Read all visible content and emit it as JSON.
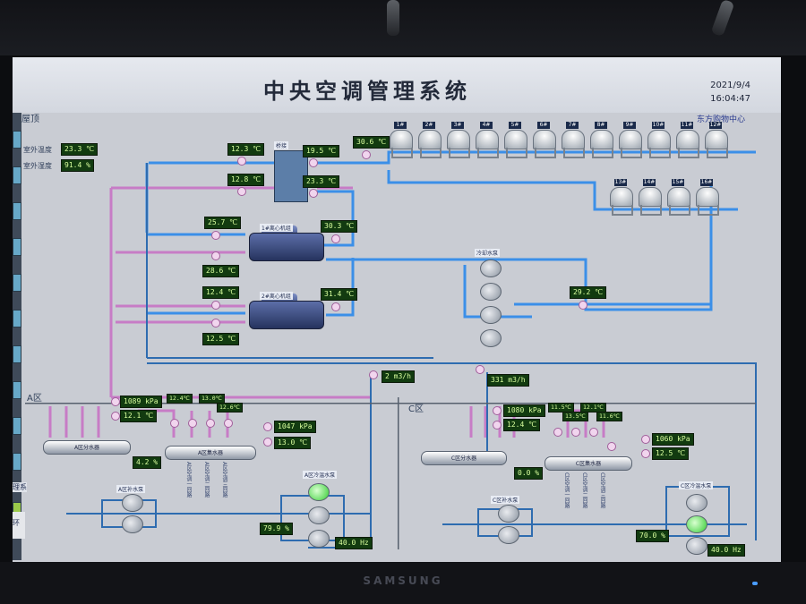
{
  "header": {
    "title": "中央空调管理系统",
    "date": "2021/9/4",
    "time": "16:04:47",
    "org": "东方购物中心"
  },
  "sections": {
    "roof": "屋顶",
    "zone_a": "A区",
    "zone_c": "C区"
  },
  "outdoor": {
    "temp_label": "室外温度",
    "temp_value": "23.3 ℃",
    "humidity_label": "室外湿度",
    "humidity_value": "91.4 %"
  },
  "cooling_towers": [
    "1#",
    "2#",
    "3#",
    "4#",
    "5#",
    "6#",
    "7#",
    "8#",
    "9#",
    "10#",
    "11#",
    "12#",
    "13#",
    "14#",
    "15#",
    "16#"
  ],
  "valve_block_label": "桥接",
  "readings_roof": {
    "t_left_top": "12.3 ℃",
    "t_right_top": "19.5 ℃",
    "t_left_mid": "12.8 ℃",
    "t_right_mid": "23.3 ℃",
    "t_tower_in": "30.6 ℃",
    "ch1_left": "25.7 ℃",
    "ch1_right": "30.3 ℃",
    "ch1_bottom": "28.6 ℃",
    "ch2_left": "12.4 ℃",
    "ch2_right": "31.4 ℃",
    "ch2_bottom": "12.5 ℃",
    "cw_return": "29.2 ℃",
    "flow_1": "2 m3/h",
    "flow_2": "331 m3/h"
  },
  "chillers": {
    "ch1": "1#离心机组",
    "ch2": "2#离心机组"
  },
  "cw_pumps_label": "冷却水泵",
  "zone_a": {
    "pressure_left": "1089 kPa",
    "temp_left": "12.1 ℃",
    "small_temps": [
      "12.4℃",
      "13.0℃",
      "12.6℃"
    ],
    "pressure_right": "1047 kPa",
    "temp_right": "13.0 ℃",
    "dist_header": "A区分水器",
    "coll_header": "A区集水器",
    "valve_pct": "4.2 %",
    "makeup_label": "A区补水泵",
    "pump_group": "A区冷温水泵",
    "pump_pct": "79.9 %",
    "freq": "40.0 Hz",
    "branches": [
      "A区空调一回路",
      "A区空调二回路",
      "A区空调三回路"
    ]
  },
  "zone_c": {
    "pressure_left": "1080 kPa",
    "temp_left": "12.4 ℃",
    "small_temps": [
      "11.5℃",
      "12.1℃",
      "11.6℃",
      "13.5℃"
    ],
    "pressure_right": "1060 kPa",
    "temp_right": "12.5 ℃",
    "dist_header": "C区分水器",
    "coll_header": "C区集水器",
    "valve_pct": "0.0 %",
    "makeup_label": "C区补水泵",
    "pump_group": "C区冷温水泵",
    "pump_pct": "70.0 %",
    "freq": "40.0 Hz",
    "branches": [
      "C区空调一回路",
      "C区空调二回路",
      "C区空调三回路"
    ]
  },
  "left_menu_fragment": "理系",
  "left_logo_fragment": "环",
  "monitor_brand": "SAMSUNG",
  "colors": {
    "chilled_pipe": "#c77cc6",
    "cooling_pipe": "#3b8fe8",
    "supply_pipe": "#2e6cb0",
    "value_bg": "#123b10",
    "value_text": "#d9ff9e"
  }
}
